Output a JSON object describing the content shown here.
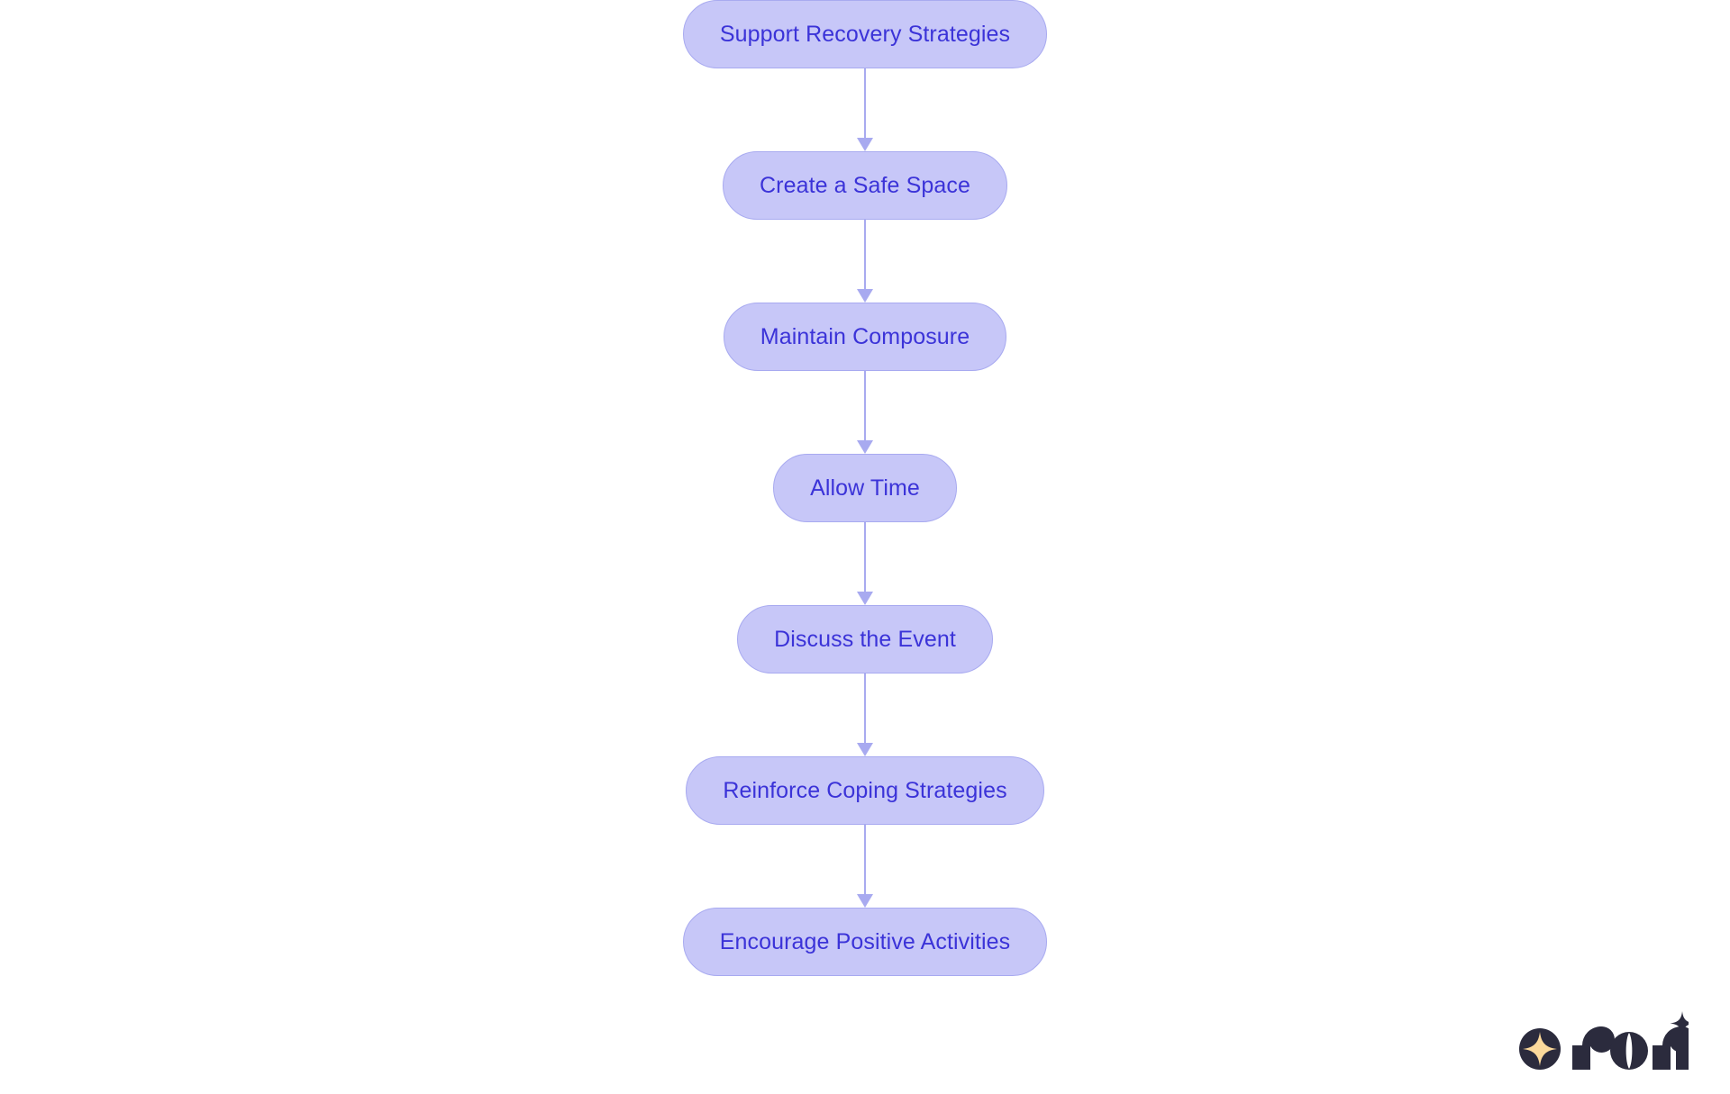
{
  "diagram": {
    "type": "flowchart",
    "orientation": "top-to-bottom",
    "background_color": "#ffffff",
    "node_fill_color": "#c7c7f8",
    "node_border_color": "#a8aaf0",
    "node_text_color": "#3b33d8",
    "connector_color": "#a8aaf0",
    "nodes": [
      {
        "id": "n1",
        "label": "Support Recovery Strategies"
      },
      {
        "id": "n2",
        "label": "Create a Safe Space"
      },
      {
        "id": "n3",
        "label": "Maintain Composure"
      },
      {
        "id": "n4",
        "label": "Allow Time"
      },
      {
        "id": "n5",
        "label": "Discuss the Event"
      },
      {
        "id": "n6",
        "label": "Reinforce Coping Strategies"
      },
      {
        "id": "n7",
        "label": "Encourage Positive Activities"
      }
    ],
    "edges": [
      {
        "from": "n1",
        "to": "n2",
        "arrow": "arrow-down-icon"
      },
      {
        "from": "n2",
        "to": "n3",
        "arrow": "arrow-down-icon"
      },
      {
        "from": "n3",
        "to": "n4",
        "arrow": "arrow-down-icon"
      },
      {
        "from": "n4",
        "to": "n5",
        "arrow": "arrow-down-icon"
      },
      {
        "from": "n5",
        "to": "n6",
        "arrow": "arrow-down-icon"
      },
      {
        "from": "n6",
        "to": "n7",
        "arrow": "arrow-down-icon"
      }
    ]
  },
  "logo": {
    "wordmark": "rori",
    "mark_icon": "star-in-circle-icon",
    "accent_icon": "sparkle-star-icon",
    "dark_color": "#2b2b3d",
    "star_color": "#fbd99b"
  }
}
